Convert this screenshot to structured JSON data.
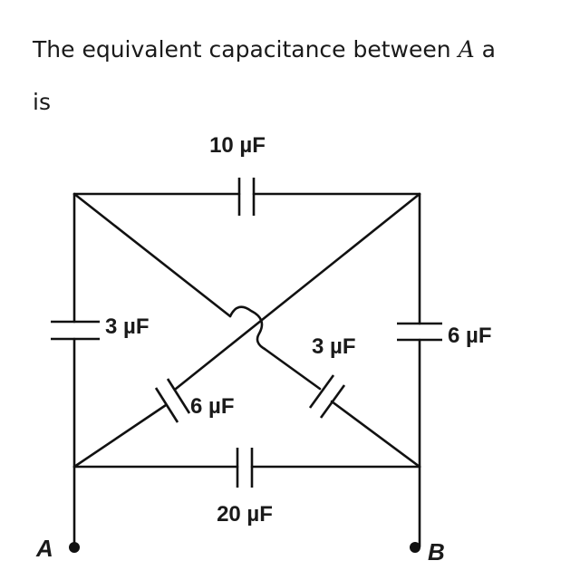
{
  "question": {
    "prefix": "The equivalent capacitance between ",
    "node_a": "A",
    "cut": " a",
    "line2": "is"
  },
  "circuit": {
    "capacitors": [
      {
        "id": "top",
        "label": "10 µF"
      },
      {
        "id": "left",
        "label": "3 µF"
      },
      {
        "id": "right",
        "label": "6 µF"
      },
      {
        "id": "diag-a",
        "label": "6 µF"
      },
      {
        "id": "diag-b",
        "label": "3 µF"
      },
      {
        "id": "bottom",
        "label": "20 µF"
      }
    ],
    "terminals": {
      "a": "A",
      "b": "B"
    }
  }
}
